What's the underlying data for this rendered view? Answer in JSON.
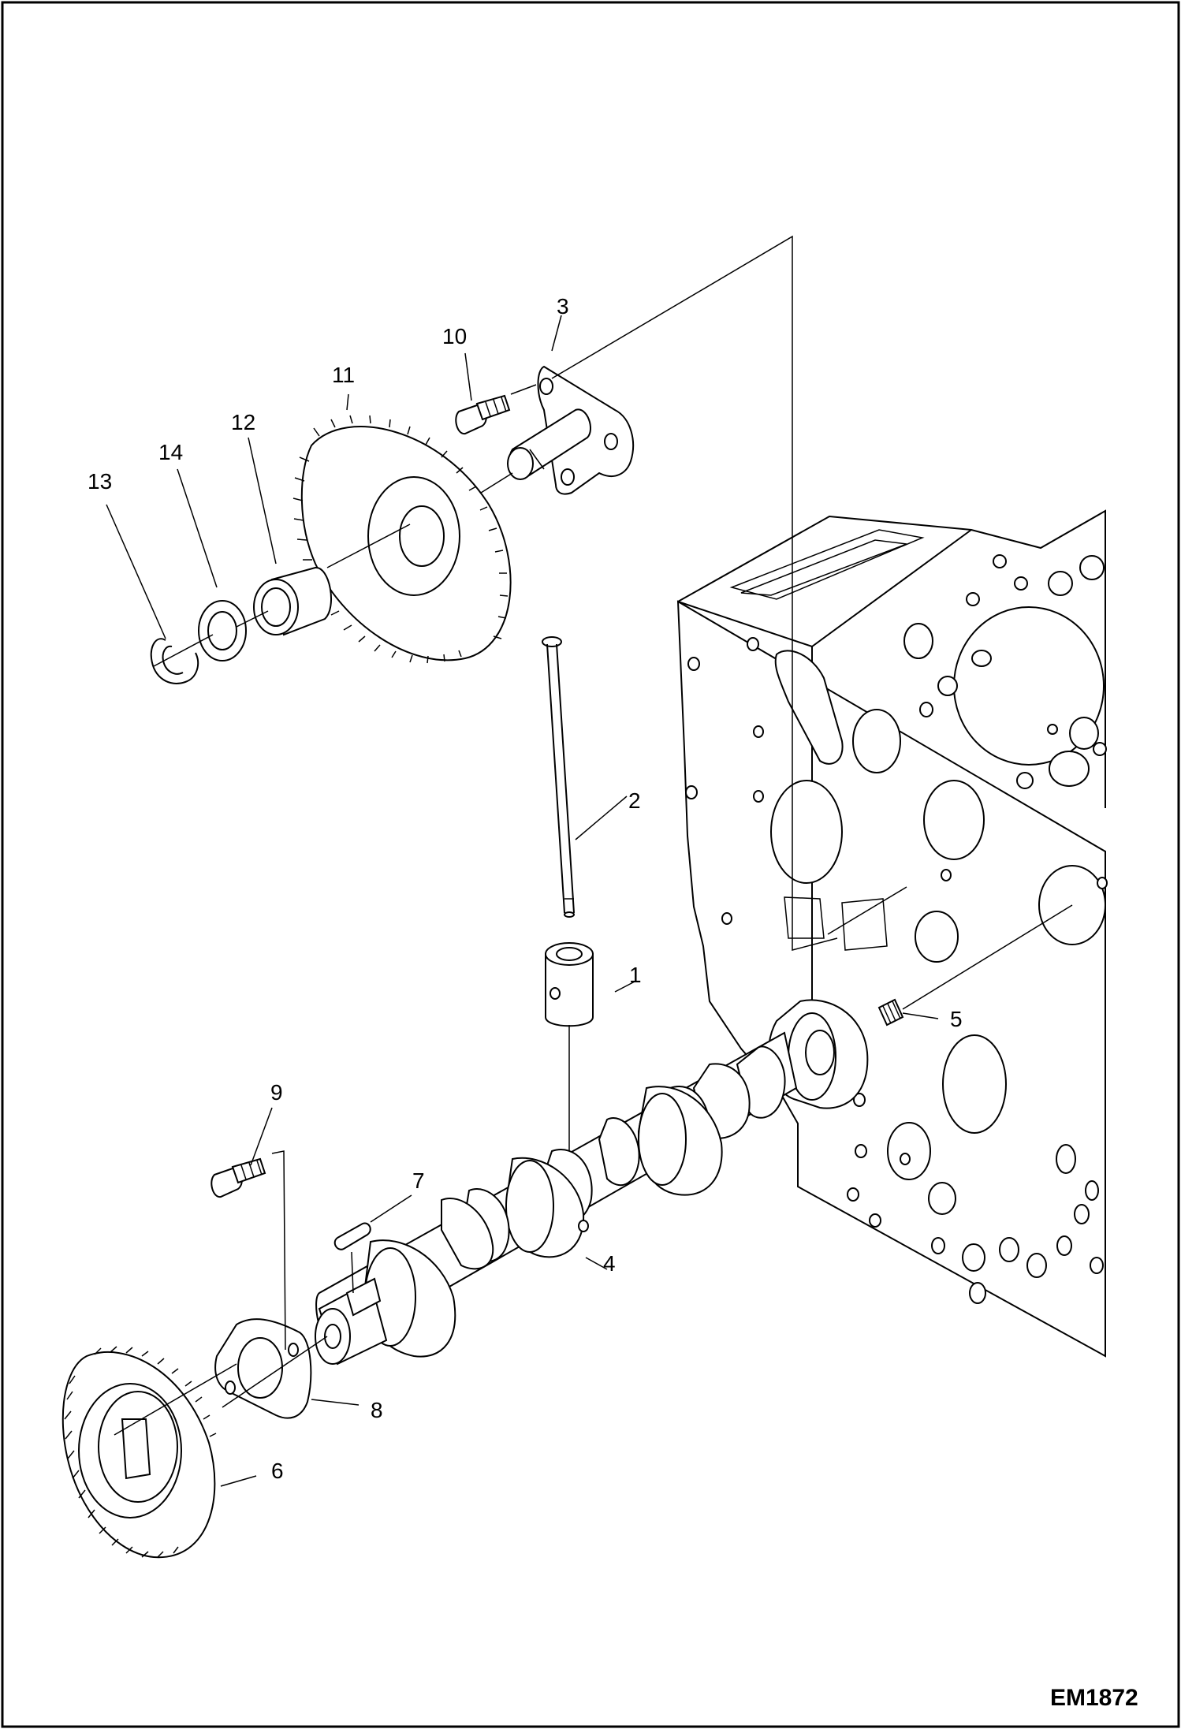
{
  "figure": {
    "code": "EM1872",
    "callouts": [
      "1",
      "2",
      "3",
      "4",
      "5",
      "6",
      "7",
      "8",
      "9",
      "10",
      "11",
      "12",
      "13",
      "14"
    ]
  },
  "parts": [
    {
      "callout": "1",
      "name": "tappet"
    },
    {
      "callout": "2",
      "name": "push rod"
    },
    {
      "callout": "3",
      "name": "idler gear shaft"
    },
    {
      "callout": "4",
      "name": "camshaft"
    },
    {
      "callout": "5",
      "name": "set screw"
    },
    {
      "callout": "6",
      "name": "cam gear"
    },
    {
      "callout": "7",
      "name": "key"
    },
    {
      "callout": "8",
      "name": "camshaft stopper"
    },
    {
      "callout": "9",
      "name": "bolt"
    },
    {
      "callout": "10",
      "name": "bolt"
    },
    {
      "callout": "11",
      "name": "idler gear"
    },
    {
      "callout": "12",
      "name": "bushing"
    },
    {
      "callout": "13",
      "name": "snap ring"
    },
    {
      "callout": "14",
      "name": "collar"
    }
  ]
}
